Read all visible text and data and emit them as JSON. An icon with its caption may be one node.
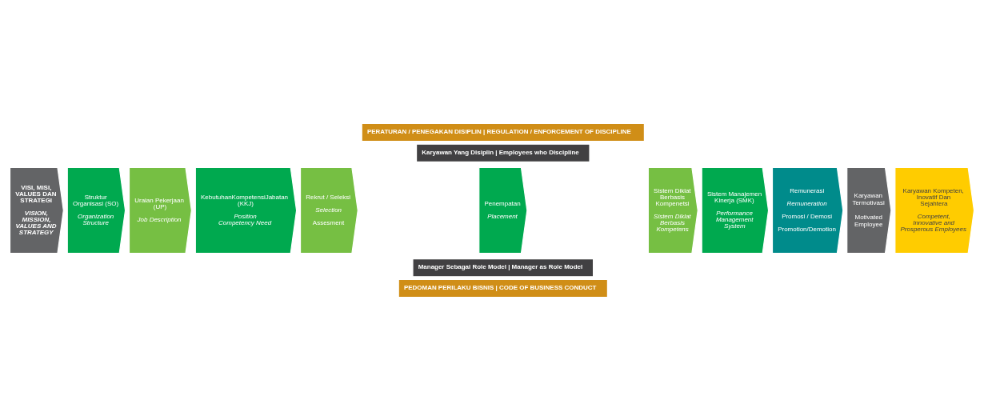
{
  "diagram": {
    "nodes": [
      {
        "text": [
          "VISI, MISI, VALUES DAN STRATEGI",
          "VISION, MISSION, VALUES AND STRATEGY"
        ]
      },
      {
        "text": [
          "PERATURAN / PENEGAKAN DISIPLIN | REGULATION / ENFORCEMENT OF DISCIPLINE"
        ]
      },
      {
        "text": [
          "Karyawan Yang Disiplin | Employees who Discipline"
        ]
      },
      {
        "text": [
          "Struktur Organisasi (SO)",
          "Organization Structure"
        ]
      },
      {
        "text": [
          "Uraian Pekerjaan (UP)",
          "Job Description"
        ]
      },
      {
        "text": [
          "KebutuhanKompetensiJabatan (KKJ)",
          "Position Competency Need"
        ]
      },
      {
        "text": [
          "Rekrut / Seleksi",
          "Selection",
          "Assesment"
        ]
      },
      {
        "text": [
          "Penempatan",
          "Placement"
        ]
      },
      {
        "text": [
          "Sistem Diklat Berbasis Kompenetsi",
          "Sistem Diklat Berbasis Kompetens"
        ]
      },
      {
        "text": [
          "Sistem Manajemen Kinerja (SMK)",
          "Performance Management System"
        ]
      },
      {
        "text": [
          "Remunerasi",
          "Remuneration",
          "Promosi / Demosi",
          "Promotion/Demotion"
        ]
      },
      {
        "text": [
          "Manager Sebagai Role Model | Manager as Role Model"
        ]
      },
      {
        "text": [
          "PEDOMAN PERILAKU BISNIS | CODE OF BUSINESS CONDUCT"
        ]
      },
      {
        "text": [
          "Karyawan Termotivasi",
          "Motivated Employee"
        ]
      },
      {
        "text": [
          "Karyawan Kompeten, Inovatif Dan Sejahtera",
          "Competent, Innovative and Prosperous Employees"
        ]
      }
    ]
  }
}
